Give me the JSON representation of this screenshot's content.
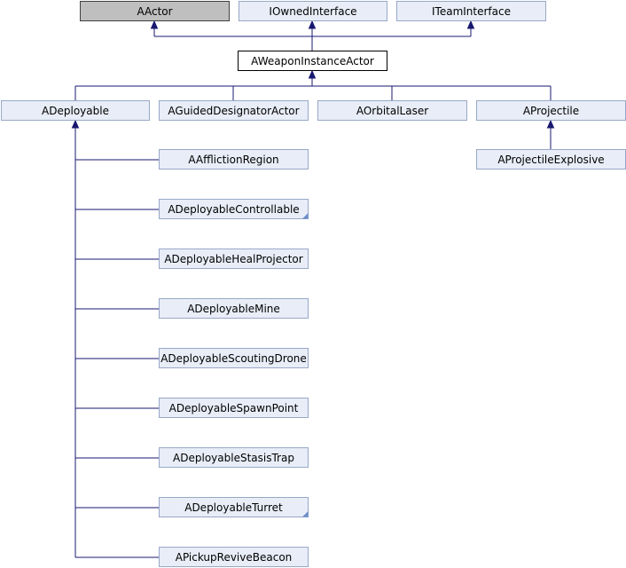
{
  "colors": {
    "node_fill": "#e8edf7",
    "node_stroke": "#99a8c7",
    "current_fill": "#ffffff",
    "current_stroke": "#000000",
    "base_fill": "#bfbfbf",
    "base_stroke": "#404040",
    "edge": "#191970"
  },
  "nodes": {
    "aactor": "AActor",
    "iowned": "IOwnedInterface",
    "iteam": "ITeamInterface",
    "weapon": "AWeaponInstanceActor",
    "adeployable": "ADeployable",
    "aguided": "AGuidedDesignatorActor",
    "aorbital": "AOrbitalLaser",
    "aprojectile": "AProjectile",
    "aprojexpl": "AProjectileExplosive",
    "affliction": "AAfflictionRegion",
    "controllable": "ADeployableControllable",
    "heal": "ADeployableHealProjector",
    "mine": "ADeployableMine",
    "scouting": "ADeployableScoutingDrone",
    "spawn": "ADeployableSpawnPoint",
    "stasis": "ADeployableStasisTrap",
    "turret": "ADeployableTurret",
    "revive": "APickupReviveBeacon"
  }
}
